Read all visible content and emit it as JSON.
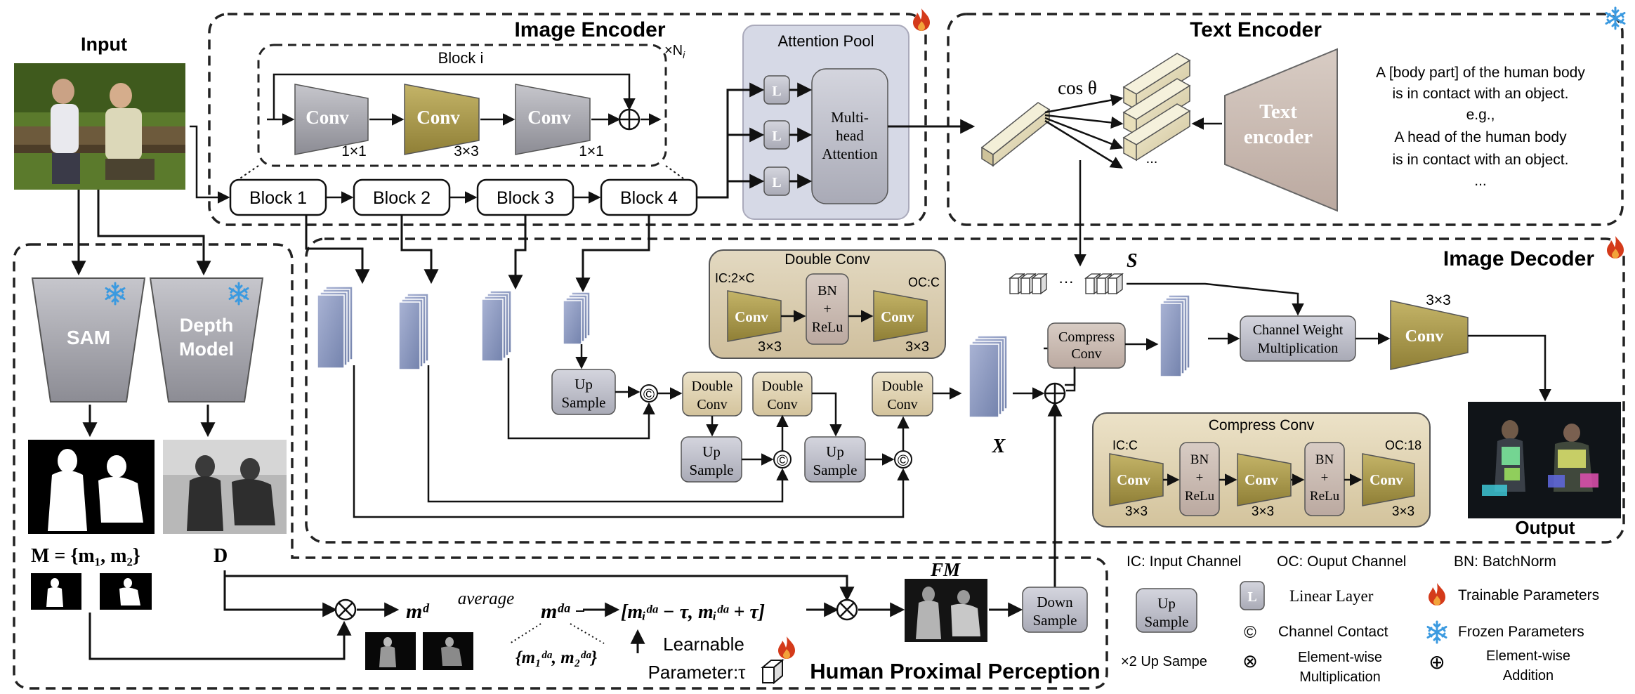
{
  "input_label": "Input",
  "output_label": "Output",
  "image_encoder": {
    "title": "Image Encoder",
    "block_i": "Block i",
    "repeat": "×N",
    "repeat_sub": "i",
    "conv1": "Conv",
    "conv1_k": "1×1",
    "conv2": "Conv",
    "conv2_k": "3×3",
    "conv3": "Conv",
    "conv3_k": "1×1",
    "blocks": [
      "Block 1",
      "Block 2",
      "Block 3",
      "Block 4"
    ],
    "attention_pool": "Attention Pool",
    "linear": "L",
    "mha": [
      "Multi-",
      "head",
      "Attention"
    ]
  },
  "text_encoder": {
    "title": "Text Encoder",
    "encoder_label": [
      "Text",
      "encoder"
    ],
    "cos": "cos θ",
    "dots": "...",
    "prompt_lines": [
      "A [body part] of the human body",
      "is in contact with an object.",
      "e.g.,",
      "A head of the human body",
      "is in contact with an object.",
      "..."
    ]
  },
  "image_decoder": {
    "title": "Image Decoder",
    "s_label": "S",
    "x_label": "X",
    "up_sample": [
      "Up",
      "Sample"
    ],
    "double_conv": [
      "Double",
      "Conv"
    ],
    "compress_conv": [
      "Compress",
      "Conv"
    ],
    "channel_weight": [
      "Channel Weight",
      "Multiplication"
    ],
    "final_conv": "Conv",
    "final_k": "3×3",
    "concat": "©",
    "dots": "···",
    "dc_box": {
      "title": "Double Conv",
      "ic": "IC:2×C",
      "oc": "OC:C",
      "conv": "Conv",
      "bn": [
        "BN",
        "+",
        "ReLu"
      ],
      "k": "3×3"
    },
    "cc_box": {
      "title": "Compress Conv",
      "ic": "IC:C",
      "oc": "OC:18",
      "conv": "Conv",
      "bn": [
        "BN",
        "+",
        "ReLu"
      ],
      "k": "3×3"
    }
  },
  "left_branch": {
    "sam": "SAM",
    "depth": [
      "Depth",
      "Model"
    ],
    "m_eq": "M = {m₁, m₂}",
    "d": "D"
  },
  "hpp": {
    "title": "Human Proximal Perception",
    "md": "mᵈ",
    "average": "average",
    "mda": "mᵈᵃ",
    "interval": "[mᵢᵈᵃ − τ, mᵢᵈᵃ + τ]",
    "set": "{m₁ᵈᵃ, m₂ᵈᵃ}",
    "learnable": [
      "Learnable",
      "Parameter:τ"
    ],
    "fm": "FM",
    "down_sample": [
      "Down",
      "Sample"
    ]
  },
  "legend": {
    "ic": "IC: Input Channel",
    "oc": "OC: Ouput Channel",
    "bn": "BN: BatchNorm",
    "up_box": [
      "Up",
      "Sample"
    ],
    "up_desc": "×2 Up Sampe",
    "l_box": "L",
    "l_desc": "Linear Layer",
    "concat_sym": "©",
    "concat_desc": "Channel Contact",
    "mult_sym": "⊗",
    "mult_desc": [
      "Element-wise",
      "Multiplication"
    ],
    "add_sym": "⊕",
    "add_desc": [
      "Element-wise",
      "Addition"
    ],
    "trainable": "Trainable Parameters",
    "frozen": "Frozen Parameters"
  },
  "colors": {
    "gray_box": "#bbbcc8",
    "olive": "#b0a050",
    "tan_panel": "#d9cdb4",
    "taupe": "#cbbcb4",
    "feature": "#8d99c0",
    "flame": "#d43a1a",
    "snow": "#3b9ae0"
  }
}
